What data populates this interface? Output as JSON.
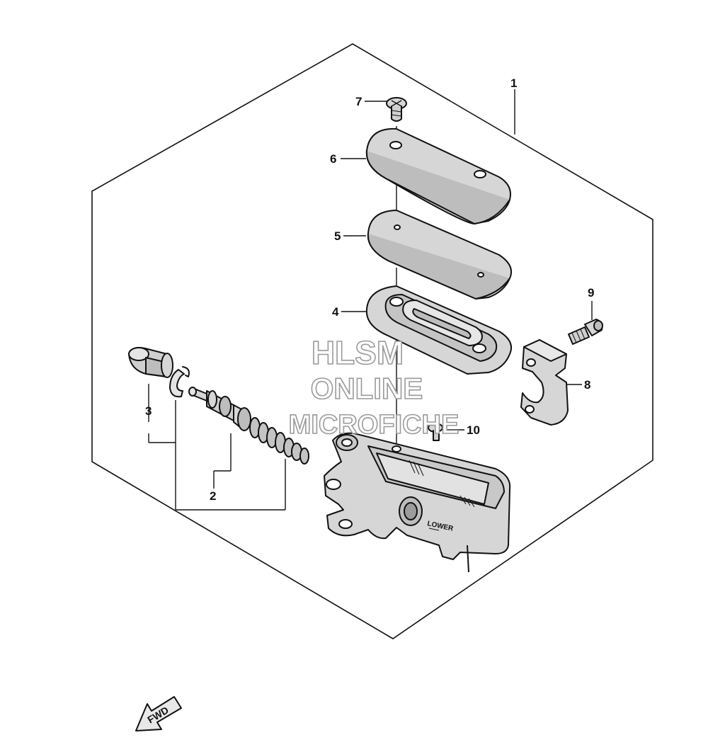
{
  "callouts": [
    "1",
    "2",
    "3",
    "4",
    "5",
    "6",
    "7",
    "8",
    "9",
    "10"
  ],
  "watermark": {
    "line1": "HLSM",
    "line2": "ONLINE",
    "line3": "MICROFICHE"
  },
  "embossed_label": "LOWER",
  "fwd_label": "FWD",
  "colors": {
    "line": "#111111",
    "part_fill": "#d6d6d6",
    "part_shade": "#bdbdbd",
    "watermark_stroke": "#9a9a9a"
  }
}
